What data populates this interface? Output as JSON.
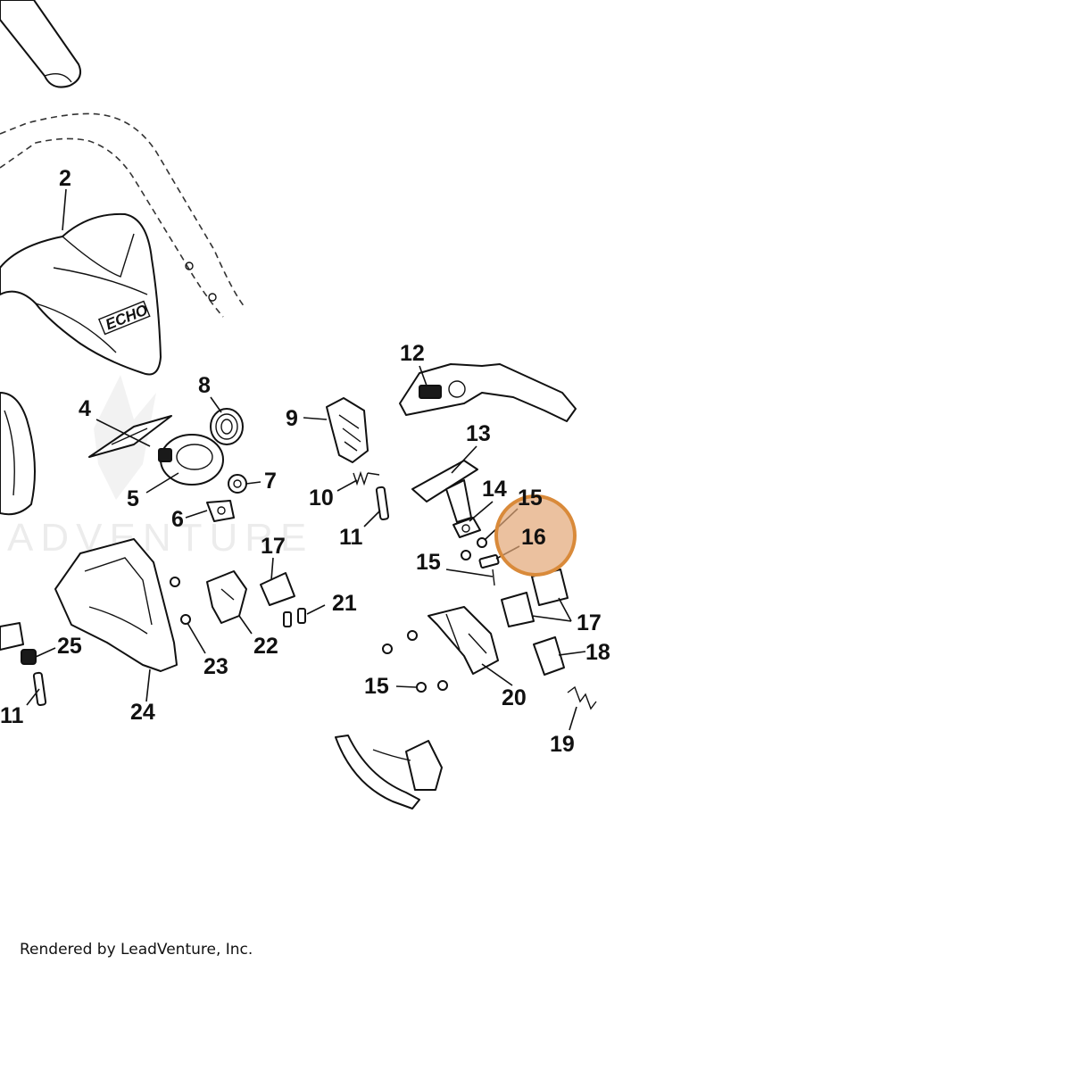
{
  "diagram": {
    "callouts": [
      "2",
      "4",
      "5",
      "6",
      "7",
      "8",
      "9",
      "10",
      "11",
      "12",
      "13",
      "14",
      "15",
      "16",
      "17",
      "18",
      "19",
      "20",
      "21",
      "22",
      "23",
      "24",
      "25"
    ],
    "highlighted_callout": "16",
    "highlight_color": "#D98A3A",
    "brand_mark": "ECHO",
    "watermark": "ADVENTURE"
  },
  "footer": {
    "text": "Rendered by LeadVenture, Inc."
  }
}
